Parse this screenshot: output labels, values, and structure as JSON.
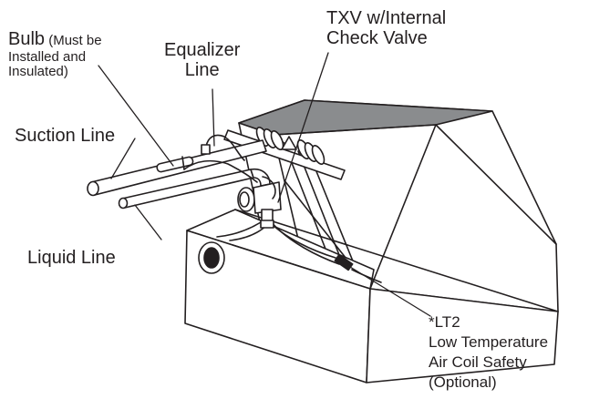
{
  "labels": {
    "txv_line1": "TXV w/Internal",
    "txv_line2": "Check Valve",
    "bulb_main": "Bulb",
    "bulb_note1": " (Must be",
    "bulb_note2": "Installed and",
    "bulb_note3": "Insulated)",
    "equalizer_line1": "Equalizer",
    "equalizer_line2": "Line",
    "suction_line": "Suction Line",
    "liquid_line": "Liquid Line",
    "lt2_line1": "*LT2",
    "lt2_line2": "Low Temperature",
    "lt2_line3": "Air Coil Safety",
    "lt2_line4": "(Optional)"
  },
  "colors": {
    "line": "#231f20",
    "panel_gray": "#8a8c8e",
    "fill": "#ffffff"
  }
}
